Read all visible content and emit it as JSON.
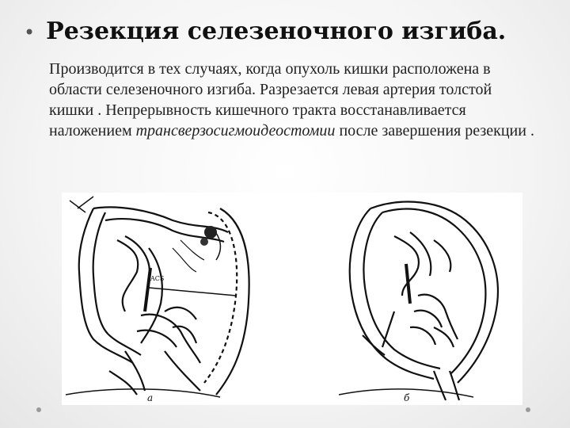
{
  "slide": {
    "title_bullet": "•",
    "title": "Резекция селезеночного изгиба.",
    "paragraph": {
      "part1": "Производится в тех случаях, когда опухоль кишки расположена в области селезеночного изгиба. Разрезается левая артерия толстой кишки . Непрерывность кишечного тракта восстанавливается наложением ",
      "italic": "трансверзосигмоидеостомии",
      "part2": " после завершения резекции ."
    },
    "figure": {
      "label_a": "а",
      "label_b": "б",
      "annotation": "ACS"
    }
  }
}
